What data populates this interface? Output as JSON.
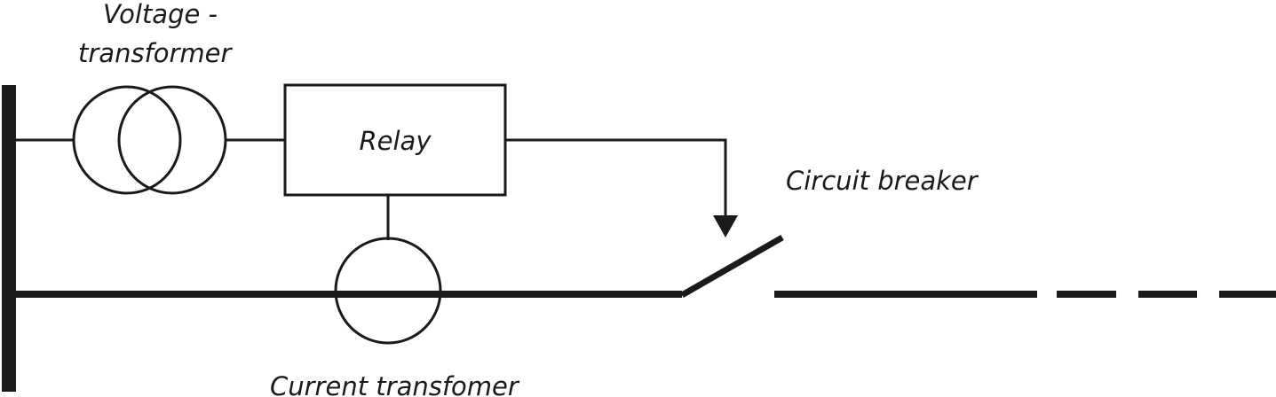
{
  "diagram": {
    "labels": {
      "voltage_transformer_line1": "Voltage -",
      "voltage_transformer_line2": "transformer",
      "relay": "Relay",
      "circuit_breaker": "Circuit breaker",
      "current_transformer": "Current transfomer"
    },
    "colors": {
      "stroke": "#1a1a1a",
      "background": "#ffffff"
    }
  }
}
